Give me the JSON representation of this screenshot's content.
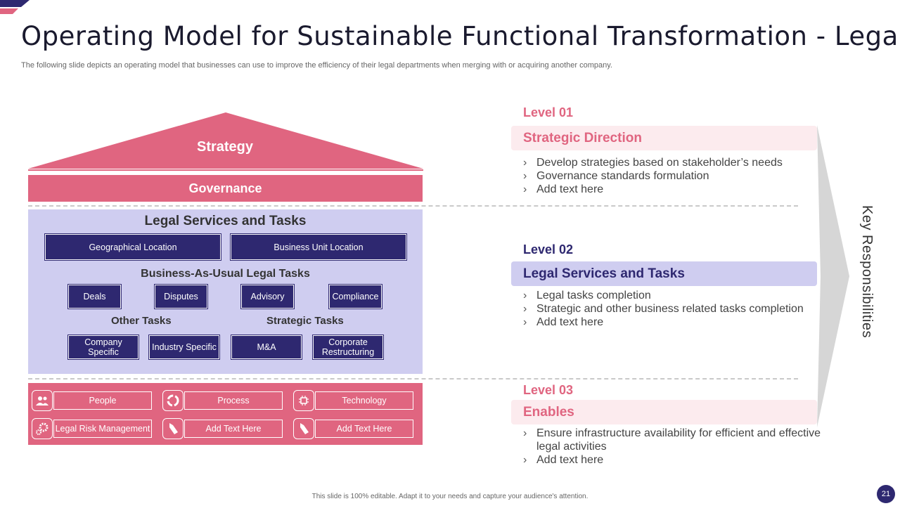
{
  "slide": {
    "title": "Operating Model for Sustainable Functional Transformation - Legal",
    "subtitle": "The following slide depicts an operating model that businesses can use to improve the efficiency of their legal departments when merging with or acquiring another company.",
    "footer": "This slide is 100% editable. Adapt it to your needs and capture your audience's attention.",
    "page_number": "21"
  },
  "colors": {
    "pink": "#e06580",
    "navy": "#2e2870",
    "lavender": "#cfcdf0",
    "light_pink": "#fcebee"
  },
  "house": {
    "strategy": "Strategy",
    "governance": "Governance",
    "services": {
      "heading": "Legal Services and Tasks",
      "locations": [
        "Geographical Location",
        "Business Unit Location"
      ],
      "bau_heading": "Business-As-Usual Legal Tasks",
      "bau_tasks": [
        "Deals",
        "Disputes",
        "Advisory",
        "Compliance"
      ],
      "other_heading": "Other Tasks",
      "strategic_heading": "Strategic Tasks",
      "other_tasks": [
        "Company Specific",
        "Industry Specific"
      ],
      "strategic_tasks": [
        "M&A",
        "Corporate Restructuring"
      ]
    },
    "enables": [
      {
        "icon": "people-icon",
        "label": "People"
      },
      {
        "icon": "process-cycle-icon",
        "label": "Process"
      },
      {
        "icon": "chip-icon",
        "label": "Technology"
      },
      {
        "icon": "gears-icon",
        "label": "Legal Risk Management"
      },
      {
        "icon": "tag-icon",
        "label": "Add Text Here"
      },
      {
        "icon": "tag-icon",
        "label": "Add Text Here"
      }
    ]
  },
  "levels": [
    {
      "tag": "Level 01",
      "heading": "Strategic Direction",
      "bullets": [
        "Develop strategies based on stakeholder’s needs",
        "Governance standards formulation",
        "Add text here"
      ]
    },
    {
      "tag": "Level 02",
      "heading": "Legal Services and Tasks",
      "bullets": [
        "Legal tasks completion",
        "Strategic and other business related tasks completion",
        "Add text here"
      ]
    },
    {
      "tag": "Level 03",
      "heading": "Enables",
      "bullets": [
        "Ensure infrastructure  availability for efficient and effective legal activities",
        "Add text here"
      ]
    }
  ],
  "key_responsibilities": "Key Responsibilities"
}
